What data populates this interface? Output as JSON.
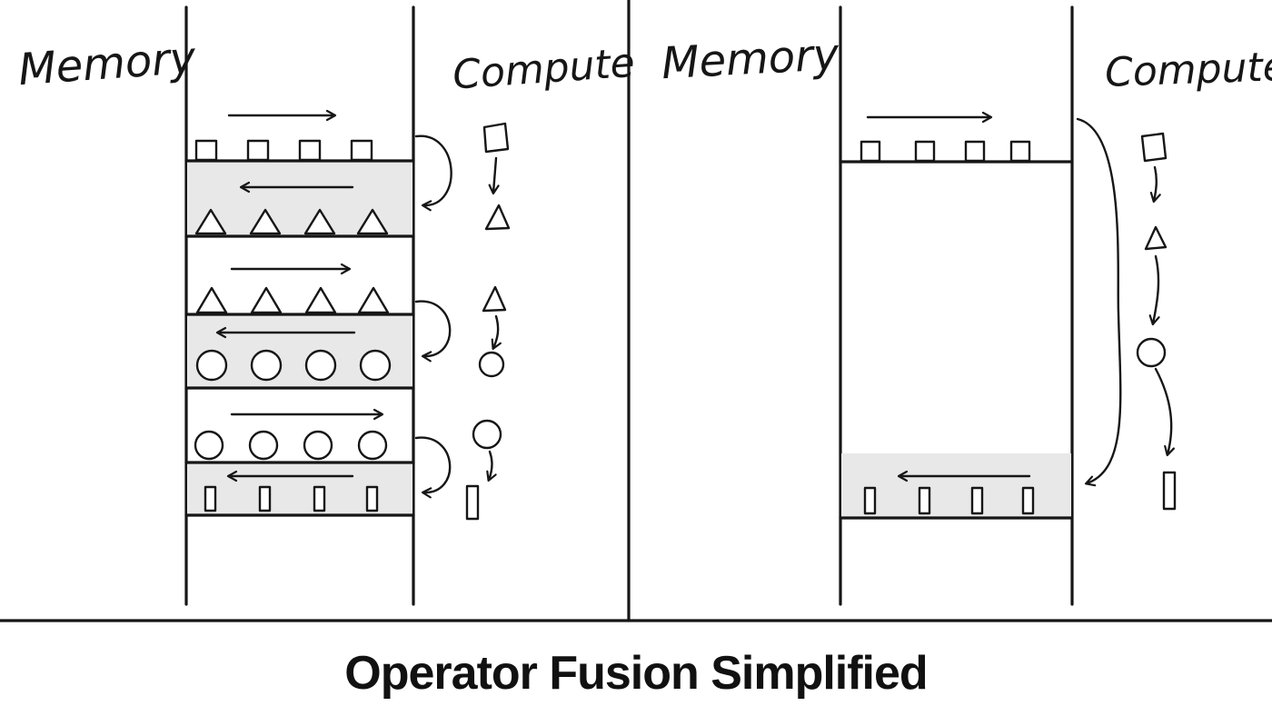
{
  "title": "Operator Fusion Simplified",
  "colors": {
    "ink": "#161616",
    "band": "#e8e8e8",
    "background": "#ffffff"
  },
  "panels": {
    "unfused": {
      "memory_label": "Memory",
      "compute_label": "Compute"
    },
    "fused": {
      "memory_label": "Memory",
      "compute_label": "Compute"
    }
  },
  "ops_sequence": [
    "square",
    "triangle",
    "circle",
    "bar"
  ]
}
